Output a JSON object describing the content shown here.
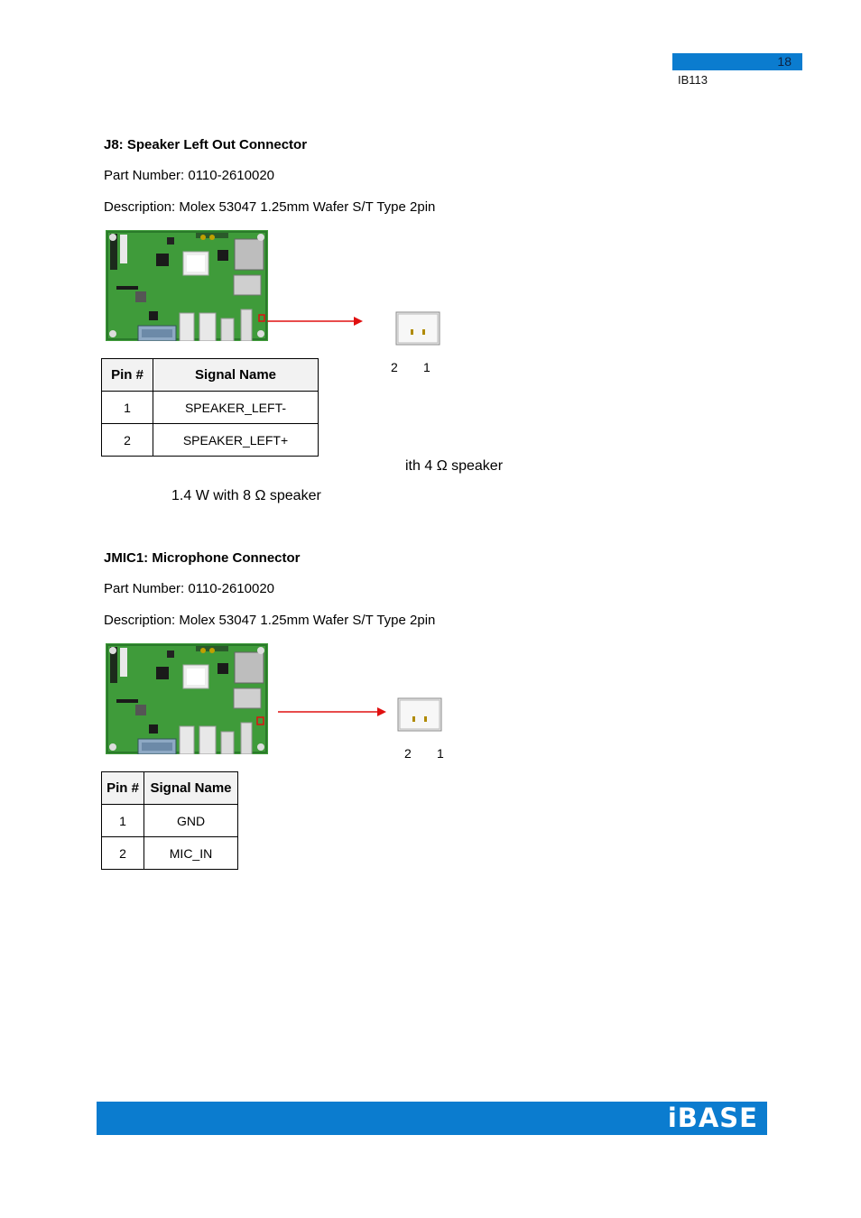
{
  "header": {
    "page_number": "18",
    "model": "IB113"
  },
  "j8": {
    "title": "J8: Speaker Left Out Connector",
    "part_number": "Part Number: 0110-2610020",
    "description": "Description: Molex 53047 1.25mm Wafer S/T Type 2pin",
    "pin_labels": [
      "2",
      "1"
    ],
    "table": {
      "headers": [
        "Pin #",
        "Signal Name"
      ],
      "rows": [
        [
          "1",
          "SPEAKER_LEFT-"
        ],
        [
          "2",
          "SPEAKER_LEFT+"
        ]
      ]
    },
    "note_right": "ith 4 Ω speaker",
    "note_left": "1.4 W with 8 Ω speaker"
  },
  "jmic1": {
    "title": "JMIC1: Microphone Connector",
    "part_number": "Part Number: 0110-2610020",
    "description": "Description: Molex 53047 1.25mm Wafer S/T Type 2pin",
    "pin_labels": [
      "2",
      "1"
    ],
    "table": {
      "headers": [
        "Pin #",
        "Signal Name"
      ],
      "rows": [
        [
          "1",
          "GND"
        ],
        [
          "2",
          "MIC_IN"
        ]
      ]
    }
  },
  "footer": {
    "brand": "iBASE"
  },
  "colors": {
    "accent_blue": "#0b7ccf",
    "pcb_green": "#3f9b3a",
    "marker_red": "#e01010"
  }
}
